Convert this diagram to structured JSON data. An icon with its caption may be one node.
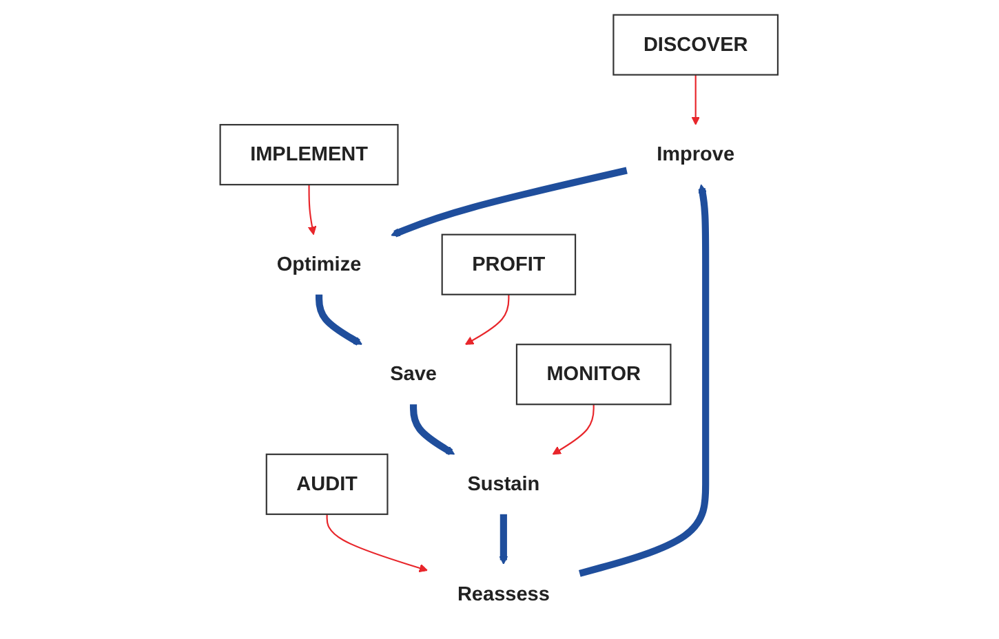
{
  "diagram": {
    "nodes": [
      {
        "text": [
          "DISCOVER"
        ]
      },
      {
        "text": [
          "IMPLEMENT"
        ]
      },
      {
        "text": [
          "Improve"
        ]
      },
      {
        "text": [
          "Optimize"
        ]
      },
      {
        "text": [
          "Reassess"
        ]
      },
      {
        "text": [
          "Save"
        ]
      },
      {
        "text": [
          "AUDIT"
        ]
      },
      {
        "text": [
          "PROFIT"
        ]
      },
      {
        "text": [
          "Sustain"
        ]
      },
      {
        "text": [
          "MONITOR"
        ]
      }
    ],
    "edges": [
      {
        "from": 2,
        "to": 3,
        "arrow": "to",
        "style": "thick",
        "color": "#1f4e9c"
      },
      {
        "from": 3,
        "to": 5,
        "arrow": "to",
        "style": "thick",
        "color": "#1f4e9c"
      },
      {
        "from": 5,
        "to": 8,
        "arrow": "to",
        "style": "thick",
        "color": "#1f4e9c"
      },
      {
        "from": 8,
        "to": 4,
        "arrow": "to",
        "style": "thick",
        "color": "#1f4e9c"
      },
      {
        "from": 4,
        "to": 2,
        "arrow": "to",
        "style": "thick",
        "color": "#1f4e9c"
      },
      {
        "from": 0,
        "to": 2,
        "arrow": "to",
        "color": "#e8262b"
      },
      {
        "from": 1,
        "to": 3,
        "arrow": "to",
        "color": "#e8262b"
      },
      {
        "from": 6,
        "to": 4,
        "arrow": "to",
        "color": "#e8262b"
      },
      {
        "from": 7,
        "to": 5,
        "arrow": "to",
        "color": "#e8262b"
      },
      {
        "from": 9,
        "to": 8,
        "arrow": "to",
        "color": "#e8262b"
      }
    ]
  }
}
